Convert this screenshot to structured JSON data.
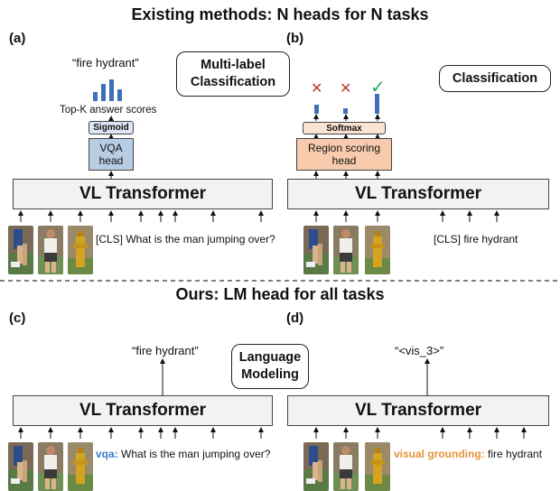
{
  "top_heading": "Existing methods: N heads for N tasks",
  "bottom_heading": "Ours: LM head for all tasks",
  "panels": {
    "a": "(a)",
    "b": "(b)",
    "c": "(c)",
    "d": "(d)"
  },
  "transformer_label": "VL Transformer",
  "panel_a": {
    "output_text": "“fire hydrant”",
    "scores_label": "Top-K answer scores",
    "activation_label": "Sigmoid",
    "head_label_line1": "VQA",
    "head_label_line2": "head",
    "task_line1": "Multi-label",
    "task_line2": "Classification",
    "input_text": "[CLS] What is the man jumping over?"
  },
  "panel_b": {
    "activation_label": "Softmax",
    "head_label_line1": "Region scoring",
    "head_label_line2": "head",
    "task_label": "Classification",
    "input_text": "[CLS] fire hydrant",
    "marks": [
      "✕",
      "✕",
      "✓"
    ]
  },
  "panel_c": {
    "output_text": "“fire hydrant”",
    "task_line1": "Language",
    "task_line2": "Modeling",
    "prefix": "vqa:",
    "input_text": "What is the man jumping over?"
  },
  "panel_d": {
    "output_text": "“<vis_3>”",
    "prefix": "visual grounding:",
    "input_text": "fire hydrant"
  },
  "colors": {
    "vqa_head_fill": "#b8cce4",
    "region_head_fill": "#f8cbad",
    "sigmoid_fill": "#dde7f3",
    "softmax_fill": "#fbe3d4",
    "score_bars": "#3f6fb8",
    "cross_mark": "#c0392b",
    "check_mark": "#27ae60",
    "vqa_prefix": "#3a7dc9",
    "grounding_prefix": "#e6923a",
    "transformer_fill": "#f2f2f2"
  },
  "images": [
    "jumping-person-photo",
    "standing-man-photo",
    "fire-hydrant-photo"
  ]
}
